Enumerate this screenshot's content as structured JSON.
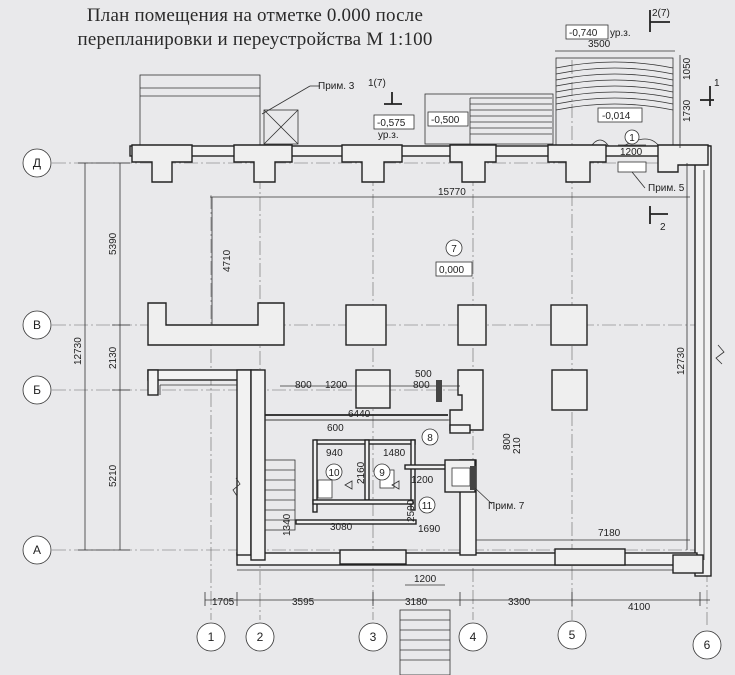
{
  "title": {
    "line1": "План помещения на отметке 0.000 после",
    "line2": "перепланировки и переустройства М 1:100"
  },
  "axes": {
    "rows": [
      "Д",
      "В",
      "Б",
      "А"
    ],
    "cols": [
      "1",
      "2",
      "3",
      "4",
      "5",
      "6"
    ]
  },
  "levels": {
    "lvl_0740": "-0,740",
    "lvl_0740_suffix": "ур.з.",
    "lvl_0575": "-0,575",
    "lvl_0575_suffix": "ур.з.",
    "lvl_0500": "-0,500",
    "lvl_0014": "-0,014",
    "lvl_0000": "0,000"
  },
  "sections": {
    "s1_top": "1(7)",
    "s1_right": "1",
    "s2_top": "2(7)",
    "s2_mid": "2"
  },
  "rooms": {
    "r1": "1",
    "r7": "7",
    "r8": "8",
    "r9": "9",
    "r10": "10",
    "r11": "11"
  },
  "notes": {
    "n3": "Прим. 3",
    "n5": "Прим. 5",
    "n7": "Прим. 7"
  },
  "dims": {
    "d3500": "3500",
    "d1050": "1050",
    "d1730": "1730",
    "d1200_top": "1200",
    "d15770": "15770",
    "d5390": "5390",
    "d4710": "4710",
    "d12730_left": "12730",
    "d12730_right": "12730",
    "d2130": "2130",
    "d5210": "5210",
    "d800_a": "800",
    "d1200_a": "1200",
    "d500": "500",
    "d800_b": "800",
    "d6440": "6440",
    "d600": "600",
    "d940": "940",
    "d1480": "1480",
    "d800_c": "800",
    "d210": "210",
    "d2160": "2160",
    "d1200_b": "1200",
    "d2500": "2500",
    "d1340": "1340",
    "d3080": "3080",
    "d1690": "1690",
    "d7180": "7180",
    "d1200_bottom": "1200",
    "d1705": "1705",
    "d3595": "3595",
    "d3180": "3180",
    "d3300": "3300",
    "d4100": "4100"
  }
}
